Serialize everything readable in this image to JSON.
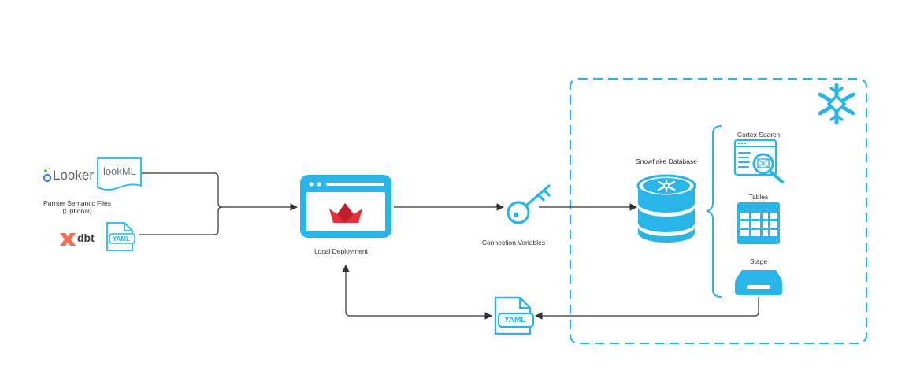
{
  "left": {
    "looker_logo_text": "Looker",
    "lookml_text": "lookML",
    "semantic_files_line1": "Parnter Semantic Files",
    "semantic_files_line2": "(Optional)",
    "dbt_logo_text": "dbt",
    "yaml_small_text": "YAML"
  },
  "center": {
    "local_deployment_label": "Local Deployment",
    "connection_variables_label": "Connection Variables",
    "yaml_bottom_text": "YAML"
  },
  "snowflake": {
    "database_label": "Snowflake Database",
    "cortex_search_label": "Cortex Search",
    "tables_label": "Tables",
    "stage_label": "Stage"
  },
  "colors": {
    "accent_blue": "#29b5e8",
    "streamlit_red": "#e8303d",
    "dbt_orange": "#ff694b",
    "line": "#333333"
  },
  "icons": [
    "looker-logo-icon",
    "lookml-file-icon",
    "dbt-logo-icon",
    "yaml-file-icon",
    "streamlit-window-icon",
    "key-icon",
    "database-icon",
    "snowflake-logo-icon",
    "cortex-search-icon",
    "tables-icon",
    "stage-icon"
  ]
}
